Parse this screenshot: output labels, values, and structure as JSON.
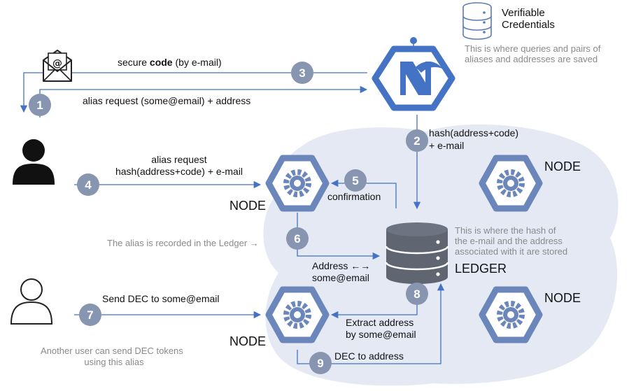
{
  "title": "Alias registration and DEC transfer flow",
  "colors": {
    "cloud": "#e4e9f3",
    "hex": "#6a86bb",
    "step_circle": "#8795b0",
    "arrow": "#4472c4",
    "db": "#5f6672",
    "grey_text": "#8a8a8a"
  },
  "steps": [
    "1",
    "2",
    "3",
    "4",
    "5",
    "6",
    "7",
    "8",
    "9"
  ],
  "verifiable_credentials": {
    "title_line1": "Verifiable",
    "title_line2": "Credentials",
    "note_line1": "This is where queries and pairs of",
    "note_line2": "aliases and addresses are saved"
  },
  "messages": {
    "secure_code_pre": "secure ",
    "secure_code_bold": "code",
    "secure_code_post": " (by e-mail)",
    "alias_request_email": "alias request (some@email) + address",
    "hash_line1": "hash(address+code)",
    "hash_line2": "+ e-mail",
    "alias_request_line1": "alias request",
    "alias_request_line2": "hash(address+code)  + e-mail",
    "confirmation": "confirmation",
    "alias_recorded": "The alias is recorded in the Ledger →",
    "address_pair_line1": "Address ←→",
    "address_pair_line2": "some@email",
    "send_dec": "Send DEC to some@email",
    "extract_line1": "Extract address",
    "extract_line2": "by some@email",
    "dec_to_address": "DEC to address",
    "another_user_line1": "Another user can send DEC tokens",
    "another_user_line2": "using this alias"
  },
  "ledger": {
    "label": "LEDGER",
    "note_line1": "This is where the hash of",
    "note_line2": "the e-mail and the address",
    "note_line3": "associated with it are stored"
  },
  "nodes": {
    "node_label": "NODE"
  }
}
